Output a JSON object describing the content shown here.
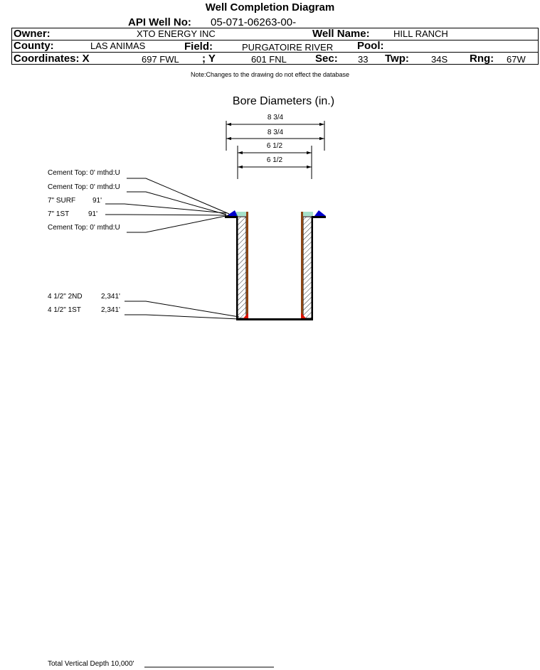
{
  "header": {
    "title": "Well Completion Diagram",
    "api_label": "API Well No:",
    "api_value": "05-071-06263-00-"
  },
  "info": {
    "owner_label": "Owner:",
    "owner_value": "XTO ENERGY INC",
    "well_name_label": "Well Name:",
    "well_name_value": "HILL RANCH",
    "county_label": "County:",
    "county_value": "LAS ANIMAS",
    "field_label": "Field:",
    "field_value": "PURGATOIRE RIVER",
    "pool_label": "Pool:",
    "pool_value": "",
    "coord_x_label": "Coordinates: X",
    "coord_x_value": "697 FWL",
    "coord_y_label": "; Y",
    "coord_y_value": "601 FNL",
    "sec_label": "Sec:",
    "sec_value": "33",
    "twp_label": "Twp:",
    "twp_value": "34S",
    "rng_label": "Rng:",
    "rng_value": "67W"
  },
  "note": "Note:Changes to the drawing do not effect the database",
  "bore": {
    "title": "Bore Diameters (in.)",
    "diameters": [
      "8 3/4",
      "8 3/4",
      "6 1/2",
      "6 1/2"
    ]
  },
  "annotations": {
    "cement_top_1": "Cement Top: 0' mthd:U",
    "cement_top_2": "Cement Top: 0' mthd:U",
    "surf_casing_name": "7\" SURF",
    "surf_casing_depth": "91'",
    "first_casing_name": "7\" 1ST",
    "first_casing_depth": "91'",
    "cement_top_3": "Cement Top: 0' mthd:U",
    "prod2_name": "4 1/2\" 2ND",
    "prod2_depth": "2,341'",
    "prod1_name": "4 1/2\" 1ST",
    "prod1_depth": "2,341'"
  },
  "footer": {
    "tvd": "Total Vertical Depth 10,000'"
  },
  "colors": {
    "casing_brown": "#8B4513",
    "cement_blue": "#0000CC",
    "shoe_red": "#DD1100",
    "cement_green": "#00AA66"
  }
}
